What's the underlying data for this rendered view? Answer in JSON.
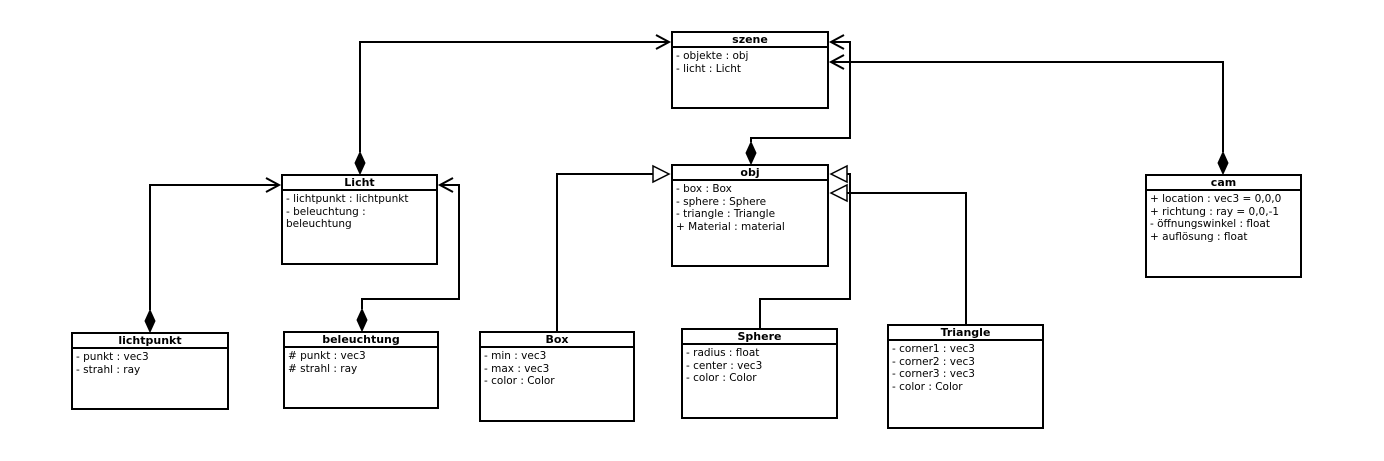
{
  "diagram": {
    "classes": {
      "szene": {
        "name": "szene",
        "attributes": [
          "- objekte : obj",
          "- licht : Licht"
        ]
      },
      "licht": {
        "name": "Licht",
        "attributes": [
          "- lichtpunkt : lichtpunkt",
          "- beleuchtung :",
          "beleuchtung"
        ]
      },
      "obj": {
        "name": "obj",
        "attributes": [
          "- box : Box",
          "- sphere : Sphere",
          "- triangle : Triangle",
          "+ Material : material"
        ]
      },
      "cam": {
        "name": "cam",
        "attributes": [
          "+ location : vec3 = 0,0,0",
          "+ richtung : ray = 0,0,-1",
          "- öffnungswinkel : float",
          "+ auflösung : float"
        ]
      },
      "lichtpunkt": {
        "name": "lichtpunkt",
        "attributes": [
          "- punkt : vec3",
          "- strahl : ray"
        ]
      },
      "beleuchtung": {
        "name": "beleuchtung",
        "attributes": [
          "# punkt : vec3",
          "# strahl : ray"
        ]
      },
      "box": {
        "name": "Box",
        "attributes": [
          "- min : vec3",
          "- max : vec3",
          "- color : Color"
        ]
      },
      "sphere": {
        "name": "Sphere",
        "attributes": [
          "- radius : float",
          "- center : vec3",
          "- color : Color"
        ]
      },
      "triangle": {
        "name": "Triangle",
        "attributes": [
          "- corner1 : vec3",
          "- corner2 : vec3",
          "- corner3 : vec3",
          "- color : Color"
        ]
      }
    },
    "relations": [
      {
        "from": "licht",
        "to": "szene",
        "kind": "composition"
      },
      {
        "from": "obj",
        "to": "szene",
        "kind": "composition"
      },
      {
        "from": "cam",
        "to": "szene",
        "kind": "composition"
      },
      {
        "from": "lichtpunkt",
        "to": "licht",
        "kind": "composition"
      },
      {
        "from": "beleuchtung",
        "to": "licht",
        "kind": "composition"
      },
      {
        "from": "box",
        "to": "obj",
        "kind": "generalization"
      },
      {
        "from": "sphere",
        "to": "obj",
        "kind": "generalization"
      },
      {
        "from": "triangle",
        "to": "obj",
        "kind": "generalization"
      }
    ]
  }
}
